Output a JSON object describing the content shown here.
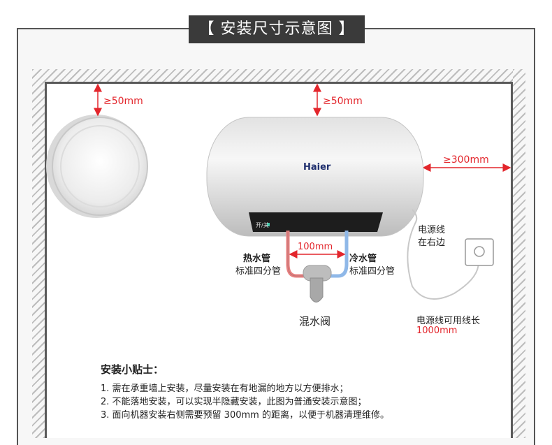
{
  "title": "【 安装尺寸示意图 】",
  "dims": {
    "top_left": "≥50mm",
    "top_right": "≥50mm",
    "side_right": "≥300mm",
    "pipe_gap": "100mm"
  },
  "heater": {
    "brand": "Haier",
    "panel_text": "开/关"
  },
  "pipes": {
    "hot_title": "热水管",
    "hot_sub": "标准四分管",
    "cold_title": "冷水管",
    "cold_sub": "标准四分管",
    "valve": "混水阀"
  },
  "power": {
    "line1": "电源线",
    "line2": "在右边",
    "length_label": "电源线可用线长",
    "length_value": "1000mm"
  },
  "tips": {
    "title": "安装小贴士：",
    "items": [
      "1. 需在承重墙上安装，尽量安装在有地漏的地方以方便排水；",
      "2. 不能落地安装，可以实现半隐藏安装，此图为普通安装示意图；",
      "3. 面向机器安装右侧需要预留 300mm 的距离，以便于机器清理维修。"
    ]
  },
  "colors": {
    "accent_red": "#e3262c",
    "hot_pipe": "#e88080",
    "cold_pipe": "#8fb8e8"
  }
}
